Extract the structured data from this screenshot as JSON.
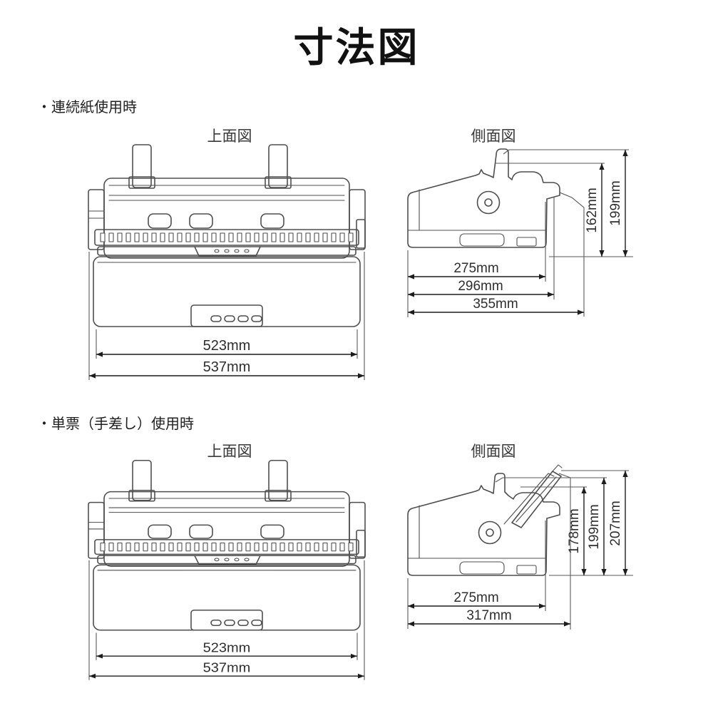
{
  "title": "寸法図",
  "colors": {
    "drawing_line": "#4f4f4f",
    "dimension_line": "#1d1d1d",
    "label_text": "#333333",
    "background": "#ffffff"
  },
  "sections": [
    {
      "label": "・連続紙使用時",
      "top_view": {
        "label": "上面図",
        "dim_inner": "523mm",
        "dim_outer": "537mm"
      },
      "side_view": {
        "label": "側面図",
        "depth_dims": [
          "275mm",
          "296mm",
          "355mm"
        ],
        "height_dims": [
          "162mm",
          "199mm"
        ]
      }
    },
    {
      "label": "・単票（手差し）使用時",
      "top_view": {
        "label": "上面図",
        "dim_inner": "523mm",
        "dim_outer": "537mm"
      },
      "side_view": {
        "label": "側面図",
        "depth_dims": [
          "275mm",
          "317mm"
        ],
        "height_dims": [
          "178mm",
          "199mm",
          "207mm"
        ]
      }
    }
  ]
}
